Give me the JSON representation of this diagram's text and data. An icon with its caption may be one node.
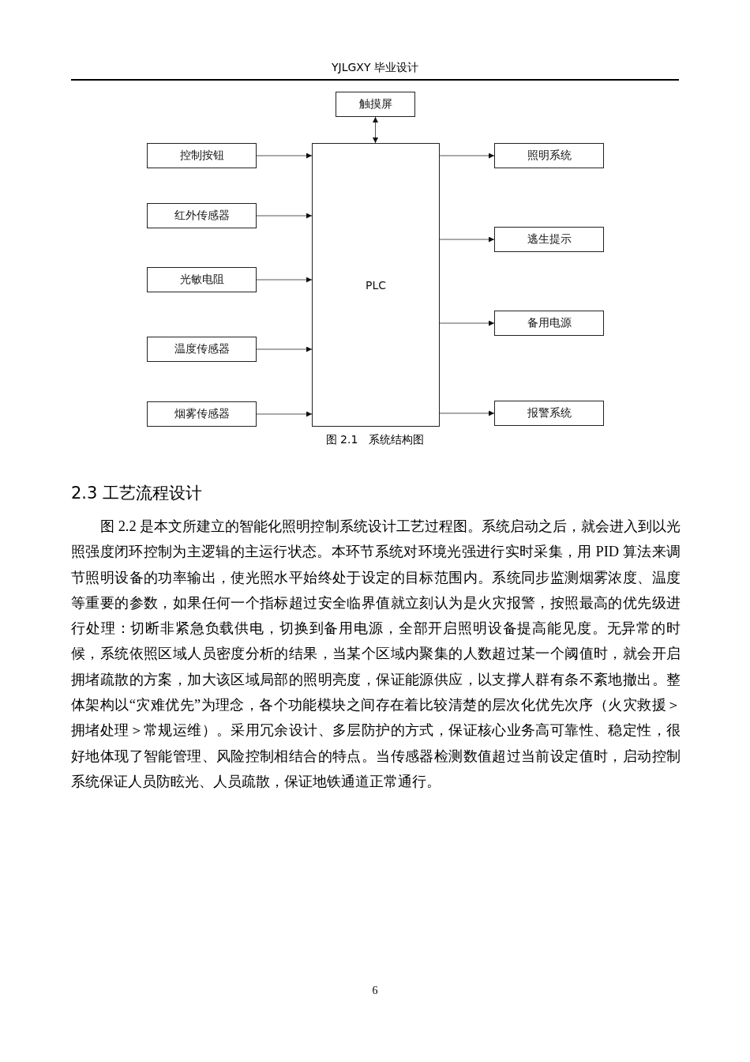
{
  "diagram": {
    "caption": "图 2.1　系统结构图",
    "nodes": [
      {
        "text": [
          "触摸屏"
        ]
      },
      {
        "text": [
          "PLC"
        ]
      },
      {
        "text": [
          "控制按钮"
        ]
      },
      {
        "text": [
          "红外传感器"
        ]
      },
      {
        "text": [
          "光敏电阻"
        ]
      },
      {
        "text": [
          "温度传感器"
        ]
      },
      {
        "text": [
          "烟雾传感器"
        ]
      },
      {
        "text": [
          "照明系统"
        ]
      },
      {
        "text": [
          "逃生提示"
        ]
      },
      {
        "text": [
          "备用电源"
        ]
      },
      {
        "text": [
          "报警系统"
        ]
      }
    ],
    "edges": [
      {
        "from": 0,
        "to": 1,
        "arrow": "both"
      },
      {
        "from": 2,
        "to": 1,
        "arrow": "to"
      },
      {
        "from": 3,
        "to": 1,
        "arrow": "to"
      },
      {
        "from": 4,
        "to": 1,
        "arrow": "to"
      },
      {
        "from": 5,
        "to": 1,
        "arrow": "to"
      },
      {
        "from": 6,
        "to": 1,
        "arrow": "to"
      },
      {
        "from": 1,
        "to": 7,
        "arrow": "to"
      },
      {
        "from": 1,
        "to": 8,
        "arrow": "to"
      },
      {
        "from": 1,
        "to": 9,
        "arrow": "to"
      },
      {
        "from": 1,
        "to": 10,
        "arrow": "to"
      }
    ],
    "labels": [
      "YJLGXY 毕业设计",
      "2.3  工艺流程设计",
      "图 2.2 是本文所建立的智能化照明控制系统设计工艺过程图。系统启动之后，就会进入到以光照强度闭环控制为主逻辑的主运行状态。本环节系统对环境光强进行实时采集，用 PID 算法来调节照明设备的功率输出，使光照水平始终处于设定的目标范围内。系统同步监测烟雾浓度、温度等重要的参数，如果任何一个指标超过安全临界值就立刻认为是火灾报警，按照最高的优先级进行处理：切断非紧急负载供电，切换到备用电源，全部开启照明设备提高能见度。无异常的时候，系统依照区域人员密度分析的结果，当某个区域内聚集的人数超过某一个阈值时，就会开启拥堵疏散的方案，加大该区域局部的照明亮度，保证能源供应，以支撑人群有条不紊地撤出。整体架构以“灾难优先”为理念，各个功能模块之间存在着比较清楚的层次化优先次序（火灾救援＞拥堵处理＞常规运维）。采用冗余设计、多层防护的方式，保证核心业务高可靠性、稳定性，很好地体现了智能管理、风险控制相结合的特点。当传感器检测数值超过当前设定值时，启动控制系统保证人员防眩光、人员疏散，保证地铁通道正常通行。",
      "6"
    ]
  }
}
